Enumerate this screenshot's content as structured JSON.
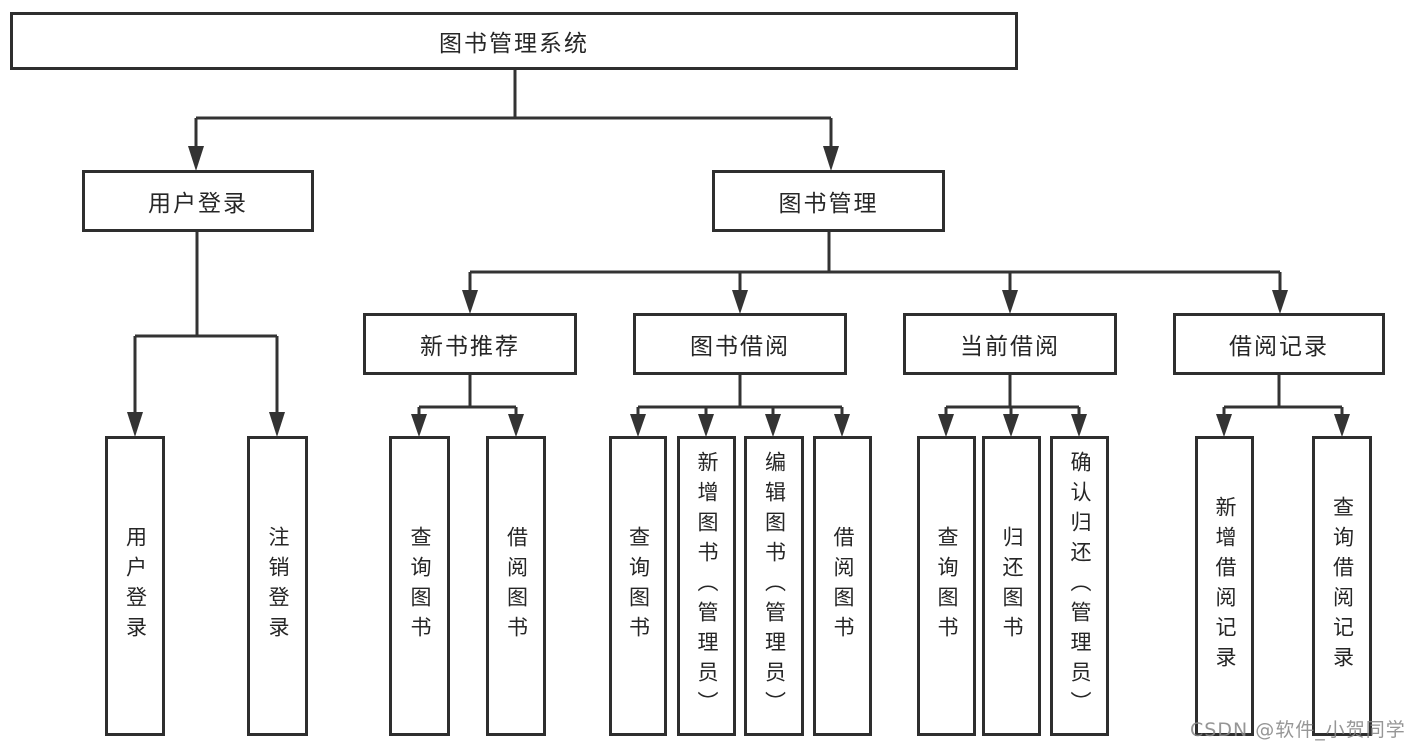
{
  "page": {
    "background": "#ffffff",
    "line_color": "#333333",
    "box_border_color": "#2e2e2e",
    "text_color": "#262626",
    "watermark_color": "#878787"
  },
  "tree": {
    "root": {
      "label": "图书管理系统"
    },
    "branches": [
      {
        "label": "用户登录",
        "children": [
          {
            "label": "用户登录"
          },
          {
            "label": "注销登录"
          }
        ]
      },
      {
        "label": "图书管理",
        "groups": [
          {
            "label": "新书推荐",
            "children": [
              {
                "label": "查询图书"
              },
              {
                "label": "借阅图书"
              }
            ]
          },
          {
            "label": "图书借阅",
            "children": [
              {
                "label": "查询图书"
              },
              {
                "label": "新增图书（管理员）"
              },
              {
                "label": "编辑图书（管理员）"
              },
              {
                "label": "借阅图书"
              }
            ]
          },
          {
            "label": "当前借阅",
            "children": [
              {
                "label": "查询图书"
              },
              {
                "label": "归还图书"
              },
              {
                "label": "确认归还（管理员）"
              }
            ]
          },
          {
            "label": "借阅记录",
            "children": [
              {
                "label": "新增借阅记录"
              },
              {
                "label": "查询借阅记录"
              }
            ]
          }
        ]
      }
    ]
  },
  "watermark": {
    "text": "CSDN @软件_小贺同学"
  }
}
